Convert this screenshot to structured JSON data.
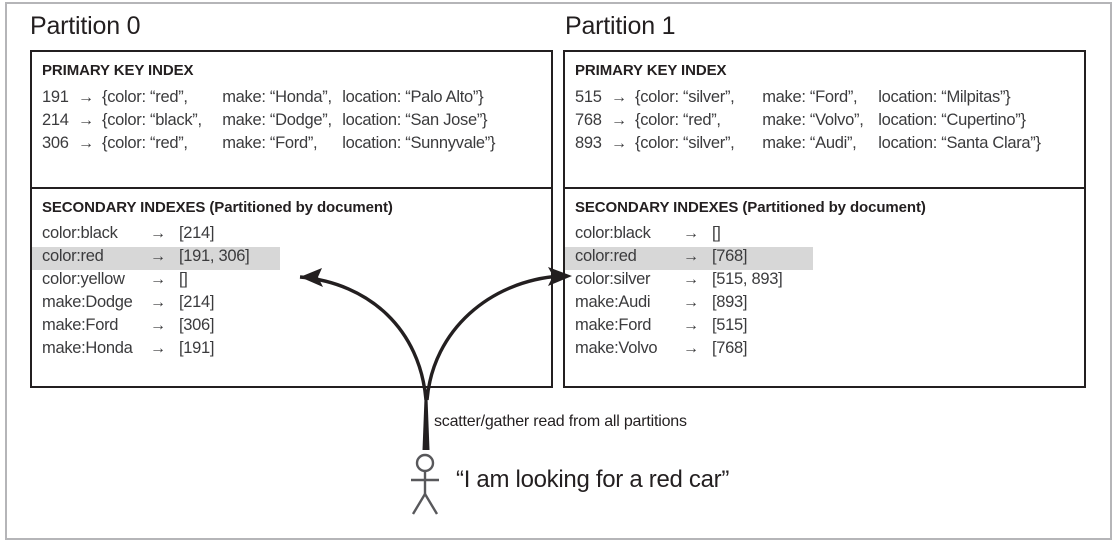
{
  "figure": {
    "kind": "partitioned-secondary-index-diagram",
    "colors": {
      "text": "#231f20",
      "body_text": "#3b3b3d",
      "panel_border": "#231f20",
      "outer_border": "#b5b5b8",
      "highlight_row": "#d7d7d7",
      "background": "#ffffff"
    }
  },
  "partitions": [
    {
      "title": "Partition 0",
      "primary_index": {
        "heading": "PRIMARY KEY INDEX",
        "rows": [
          {
            "key": "191",
            "arrow": "→",
            "open": "{",
            "color": "color: “red”,",
            "make": "make: “Honda”,",
            "location": "location: “Palo Alto”}"
          },
          {
            "key": "214",
            "arrow": "→",
            "open": "{",
            "color": "color: “black”,",
            "make": "make: “Dodge”,",
            "location": "location: “San Jose”}"
          },
          {
            "key": "306",
            "arrow": "→",
            "open": "{",
            "color": "color: “red”,",
            "make": "make: “Ford”,",
            "location": "location: “Sunnyvale”}"
          }
        ]
      },
      "secondary_index": {
        "heading": "SECONDARY INDEXES (Partitioned by document)",
        "rows": [
          {
            "term": "color:black",
            "arrow": "→",
            "list": "[214]",
            "highlighted": false
          },
          {
            "term": "color:red",
            "arrow": "→",
            "list": "[191, 306]",
            "highlighted": true
          },
          {
            "term": "color:yellow",
            "arrow": "→",
            "list": "[]",
            "highlighted": false
          },
          {
            "term": "make:Dodge",
            "arrow": "→",
            "list": "[214]",
            "highlighted": false
          },
          {
            "term": "make:Ford",
            "arrow": "→",
            "list": "[306]",
            "highlighted": false
          },
          {
            "term": "make:Honda",
            "arrow": "→",
            "list": "[191]",
            "highlighted": false
          }
        ]
      }
    },
    {
      "title": "Partition 1",
      "primary_index": {
        "heading": "PRIMARY KEY INDEX",
        "rows": [
          {
            "key": "515",
            "arrow": "→",
            "open": "{",
            "color": "color: “silver”,",
            "make": "make: “Ford”,",
            "location": "location: “Milpitas”}"
          },
          {
            "key": "768",
            "arrow": "→",
            "open": "{",
            "color": "color: “red”,",
            "make": "make: “Volvo”,",
            "location": "location: “Cupertino”}"
          },
          {
            "key": "893",
            "arrow": "→",
            "open": "{",
            "color": "color: “silver”,",
            "make": "make: “Audi”,",
            "location": "location: “Santa Clara”}"
          }
        ]
      },
      "secondary_index": {
        "heading": "SECONDARY INDEXES (Partitioned by document)",
        "rows": [
          {
            "term": "color:black",
            "arrow": "→",
            "list": "[]",
            "highlighted": false
          },
          {
            "term": "color:red",
            "arrow": "→",
            "list": "[768]",
            "highlighted": true
          },
          {
            "term": "color:silver",
            "arrow": "→",
            "list": "[515, 893]",
            "highlighted": false
          },
          {
            "term": "make:Audi",
            "arrow": "→",
            "list": "[893]",
            "highlighted": false
          },
          {
            "term": "make:Ford",
            "arrow": "→",
            "list": "[515]",
            "highlighted": false
          },
          {
            "term": "make:Volvo",
            "arrow": "→",
            "list": "[768]",
            "highlighted": false
          }
        ]
      }
    }
  ],
  "annotation": {
    "scatter_gather_label": "scatter/gather read from all partitions",
    "user_quote": "“I am looking for a red car”",
    "stick_figure_name": "user-stick-figure"
  }
}
